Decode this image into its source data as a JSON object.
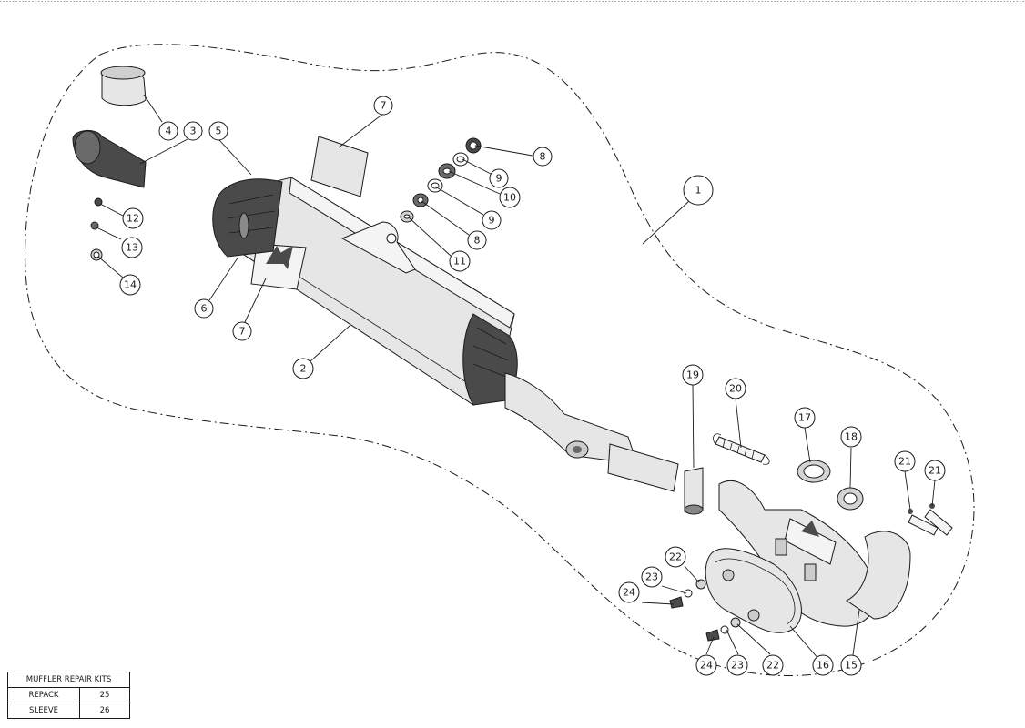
{
  "callouts": [
    {
      "n": "1"
    },
    {
      "n": "2"
    },
    {
      "n": "3"
    },
    {
      "n": "4"
    },
    {
      "n": "5"
    },
    {
      "n": "6"
    },
    {
      "n": "7"
    },
    {
      "n": "7"
    },
    {
      "n": "8"
    },
    {
      "n": "8"
    },
    {
      "n": "9"
    },
    {
      "n": "9"
    },
    {
      "n": "10"
    },
    {
      "n": "11"
    },
    {
      "n": "12"
    },
    {
      "n": "13"
    },
    {
      "n": "14"
    },
    {
      "n": "15"
    },
    {
      "n": "16"
    },
    {
      "n": "17"
    },
    {
      "n": "18"
    },
    {
      "n": "19"
    },
    {
      "n": "20"
    },
    {
      "n": "21"
    },
    {
      "n": "21"
    },
    {
      "n": "22"
    },
    {
      "n": "22"
    },
    {
      "n": "23"
    },
    {
      "n": "23"
    },
    {
      "n": "24"
    },
    {
      "n": "24"
    }
  ],
  "repair_kits": {
    "title": "MUFFLER REPAIR KITS",
    "rows": [
      {
        "label": "REPACK",
        "value": "25"
      },
      {
        "label": "SLEEVE",
        "value": "26"
      }
    ]
  },
  "colors": {
    "line": "#1a1a1a",
    "body": "#e6e6e6",
    "dark": "#4a4a4a"
  }
}
